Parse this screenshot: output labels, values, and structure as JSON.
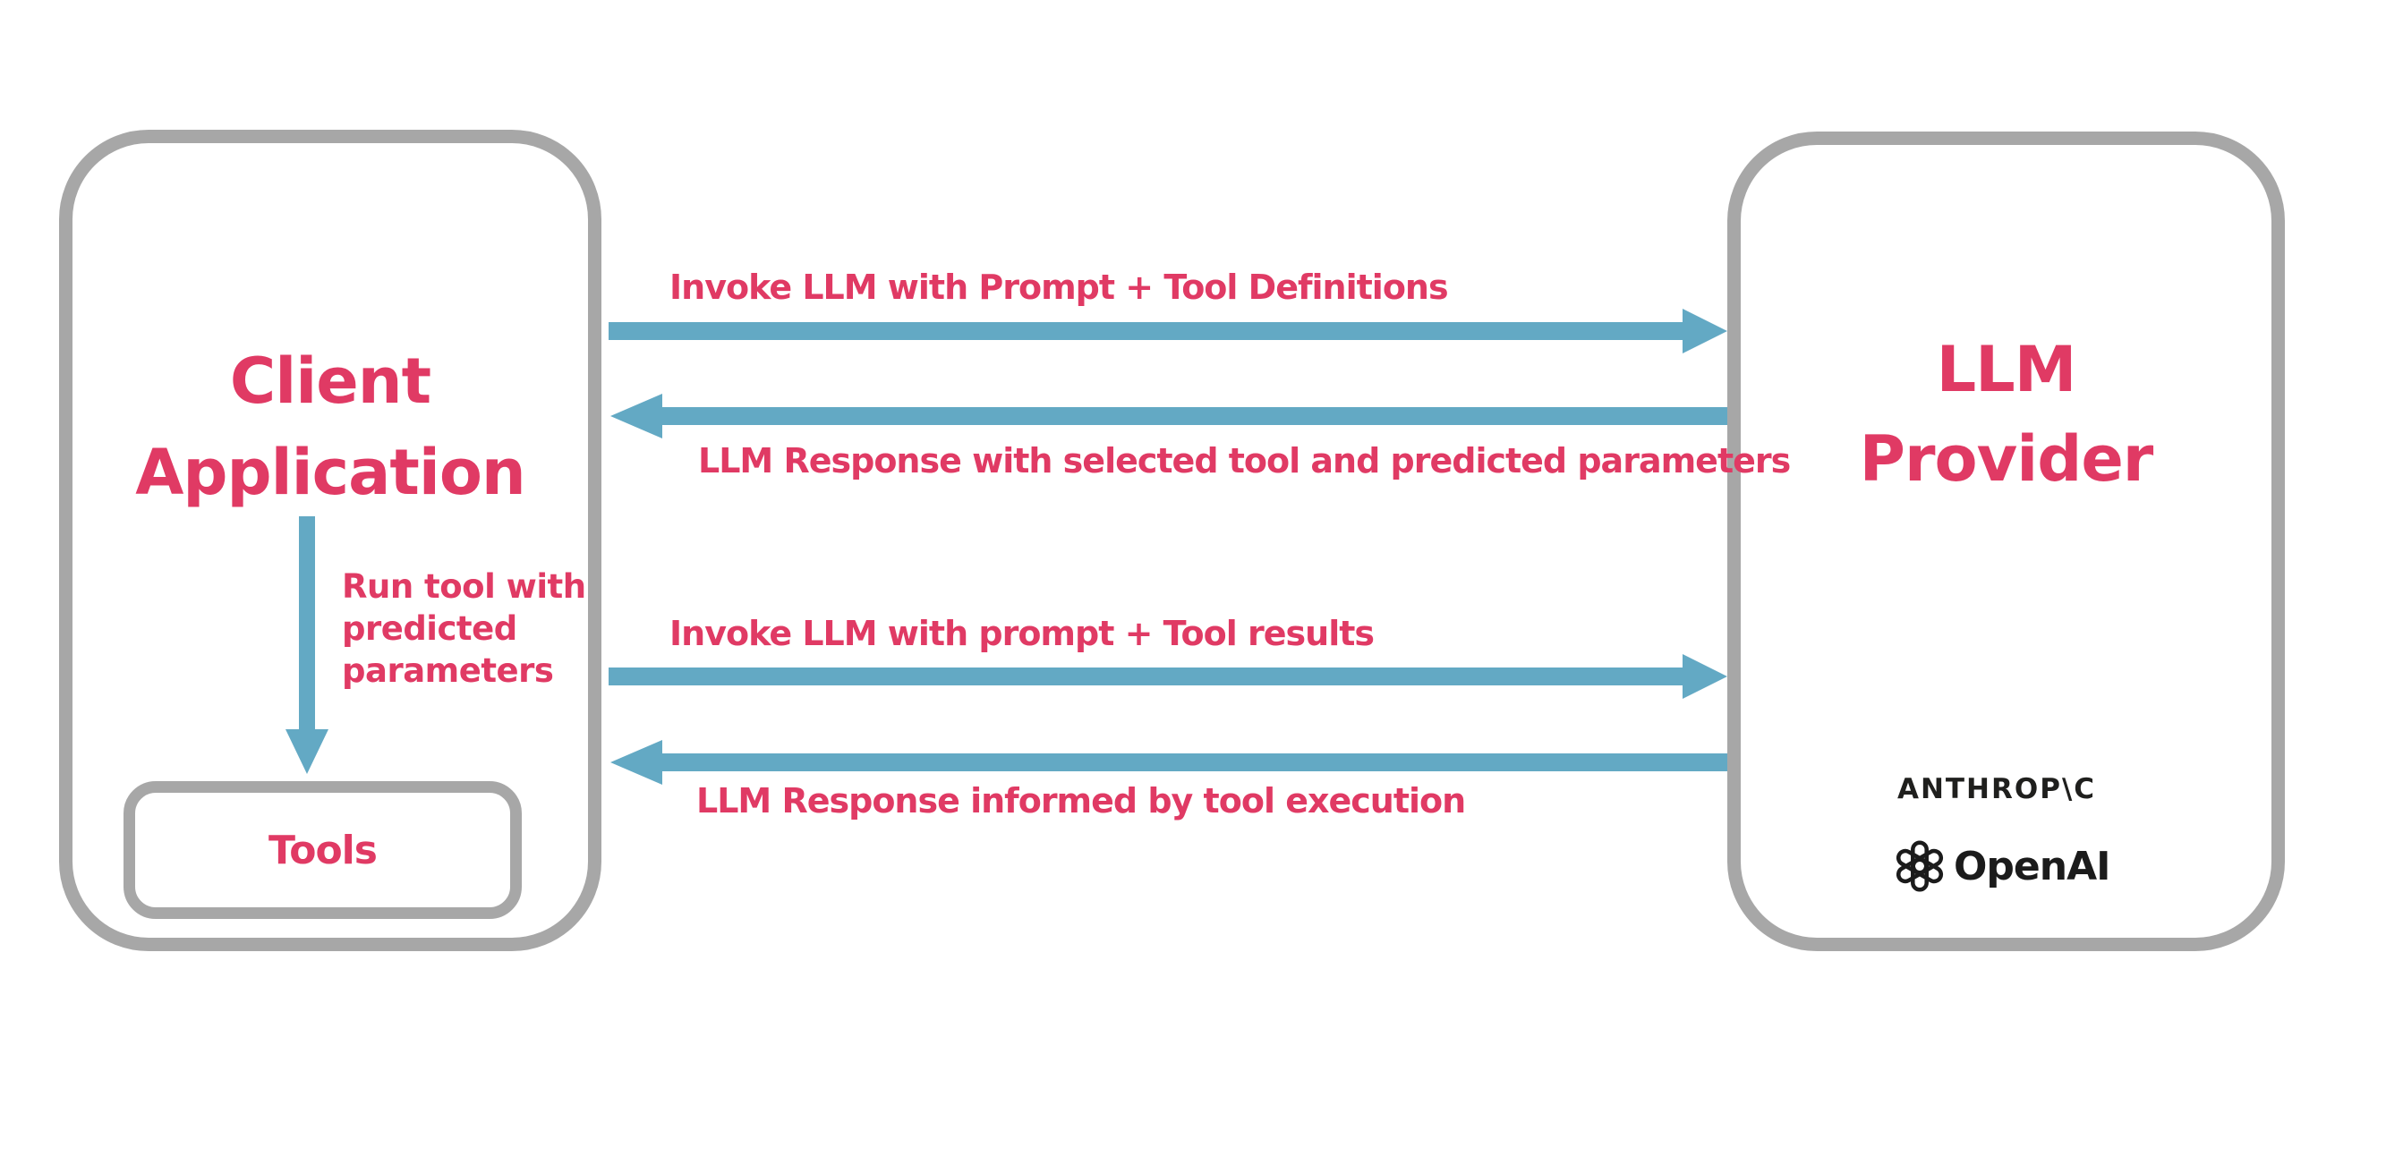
{
  "colors": {
    "accent_pink": "#e03a64",
    "arrow_blue": "#63a9c4",
    "box_border_gray": "#a7a7a7",
    "logo_dark": "#1f1f1d"
  },
  "client_box": {
    "title_lines": [
      "Client",
      "Application"
    ],
    "run_tool_label_lines": [
      "Run tool with",
      "predicted",
      "parameters"
    ],
    "tools_box": {
      "label": "Tools"
    }
  },
  "llm_box": {
    "title_lines": [
      "LLM",
      "Provider"
    ],
    "anthropic_wordmark": "ANTHROP\\C",
    "openai_wordmark": "OpenAI"
  },
  "flow_arrows": [
    {
      "direction": "right",
      "label": "Invoke LLM with Prompt + Tool Definitions"
    },
    {
      "direction": "left",
      "label": "LLM Response with selected tool and predicted parameters"
    },
    {
      "direction": "right",
      "label": "Invoke LLM with prompt + Tool results"
    },
    {
      "direction": "left",
      "label": "LLM Response informed by tool execution"
    }
  ],
  "internal_arrow": {
    "direction": "down",
    "from": "Client Application",
    "to": "Tools"
  }
}
